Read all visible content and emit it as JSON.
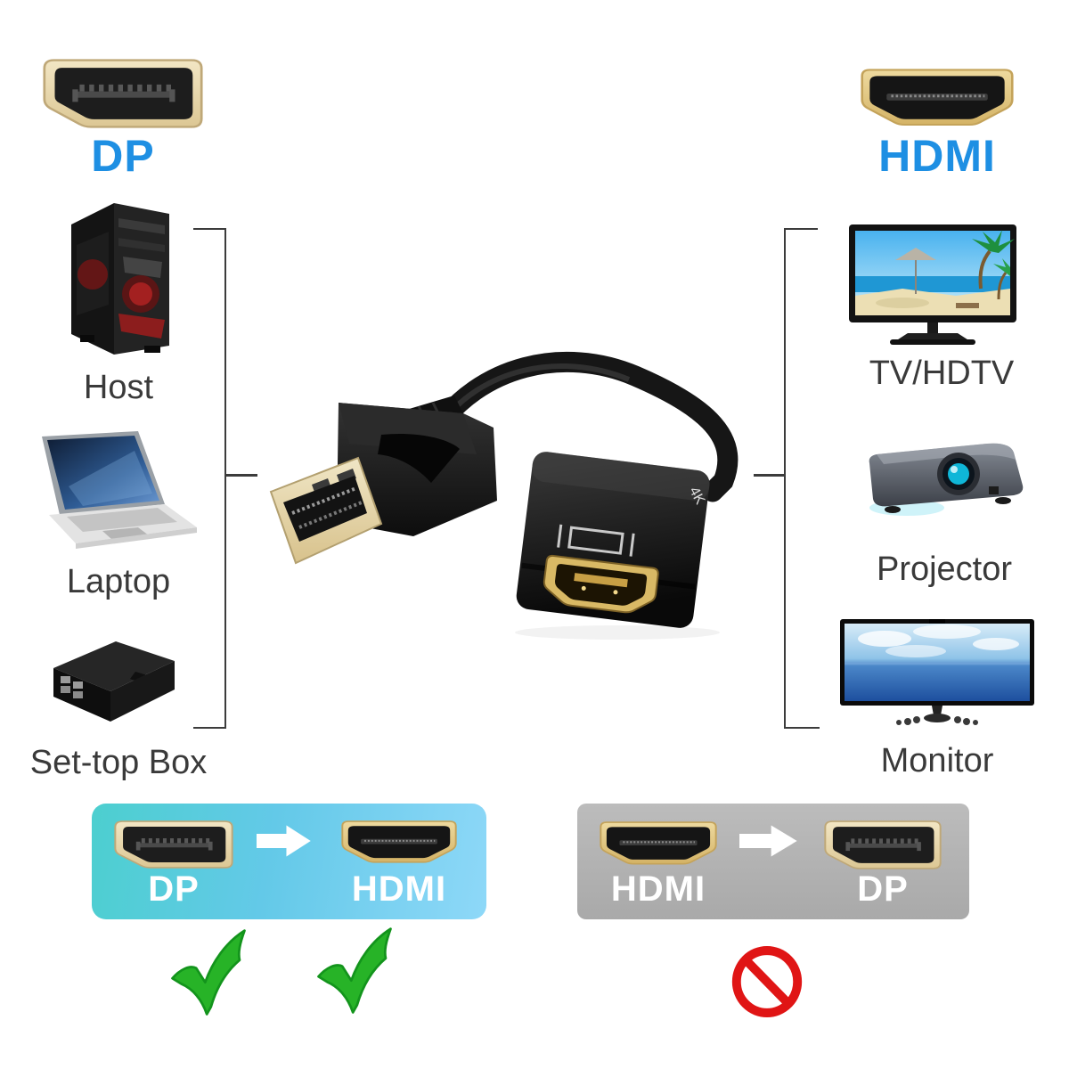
{
  "top_ports": {
    "dp": {
      "label": "DP",
      "icon": "dp-connector-icon"
    },
    "hdmi": {
      "label": "HDMI",
      "icon": "hdmi-connector-icon"
    }
  },
  "sources": {
    "items": [
      {
        "label": "Host",
        "icon": "pc-tower-image"
      },
      {
        "label": "Laptop",
        "icon": "laptop-image"
      },
      {
        "label": "Set-top Box",
        "icon": "set-top-box-image"
      }
    ]
  },
  "displays": {
    "items": [
      {
        "label": "TV/HDTV",
        "icon": "tv-image"
      },
      {
        "label": "Projector",
        "icon": "projector-image"
      },
      {
        "label": "Monitor",
        "icon": "monitor-image"
      }
    ]
  },
  "adapter": {
    "badge": "4K"
  },
  "direction_boxes": {
    "supported": {
      "from": "DP",
      "to": "HDMI",
      "status_icons": [
        "green-check-icon",
        "green-check-icon"
      ]
    },
    "unsupported": {
      "from": "HDMI",
      "to": "DP",
      "status_icons": [
        "prohibited-icon"
      ]
    }
  },
  "colors": {
    "port_label_blue": "#1e8fe3",
    "device_label_gray": "#3a3a3a",
    "bracket_line": "#3c3c3c",
    "supported_box_teal": "#4ccfcf",
    "supported_box_blue": "#8ed8f8",
    "unsupported_box_gray": "#b1b1b1",
    "check_green": "#27b327",
    "prohibit_red": "#e01515",
    "connector_gold": "#e9d9ae",
    "connector_black": "#1c1c1c"
  }
}
